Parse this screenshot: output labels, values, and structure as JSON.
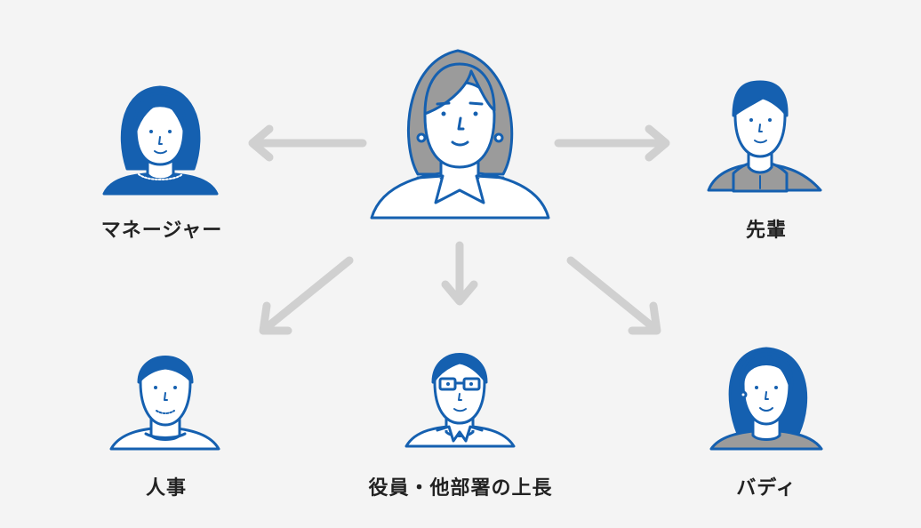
{
  "labels": {
    "manager": "マネージャー",
    "senpai": "先輩",
    "jinji": "人事",
    "executives": "役員・他部署の上長",
    "buddy": "バディ"
  },
  "colors": {
    "background": "#f4f4f4",
    "blue": "#1560b0",
    "gray": "#9b9b9b",
    "arrow": "#d0d0d0",
    "white": "#ffffff"
  }
}
